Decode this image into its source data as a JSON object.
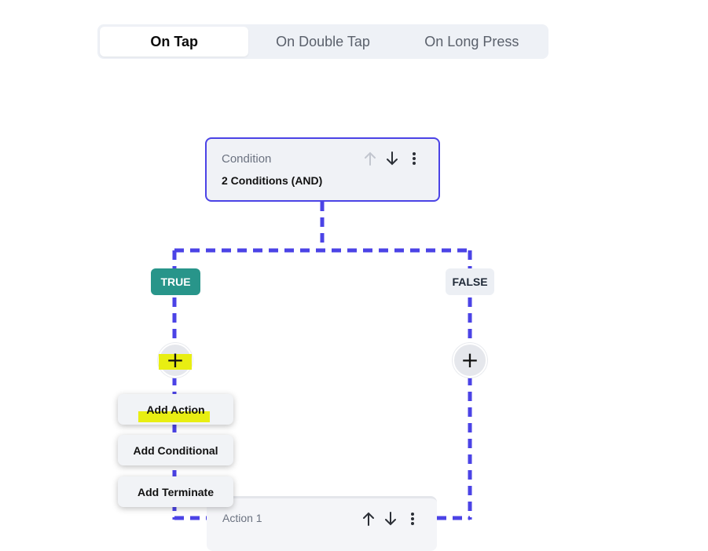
{
  "tabs": [
    {
      "label": "On Tap",
      "active": true
    },
    {
      "label": "On Double Tap",
      "active": false
    },
    {
      "label": "On Long Press",
      "active": false
    }
  ],
  "condition_card": {
    "title": "Condition",
    "subtitle": "2 Conditions (AND)",
    "icons": [
      "arrow-up-icon",
      "arrow-down-icon",
      "more-vertical-icon"
    ]
  },
  "branches": {
    "true_label": "TRUE",
    "false_label": "FALSE"
  },
  "add_buttons": {
    "glyph": "+"
  },
  "add_menu": {
    "items": [
      {
        "label": "Add Action"
      },
      {
        "label": "Add Conditional"
      },
      {
        "label": "Add Terminate"
      }
    ]
  },
  "action_card": {
    "title": "Action 1",
    "icons": [
      "arrow-up-icon",
      "arrow-down-icon",
      "more-vertical-icon"
    ]
  },
  "colors": {
    "accent": "#4b43e6",
    "true_badge": "#28958a",
    "false_badge": "#eceff4",
    "highlight": "#e8ee12",
    "tab_bg": "#eef1f6"
  }
}
